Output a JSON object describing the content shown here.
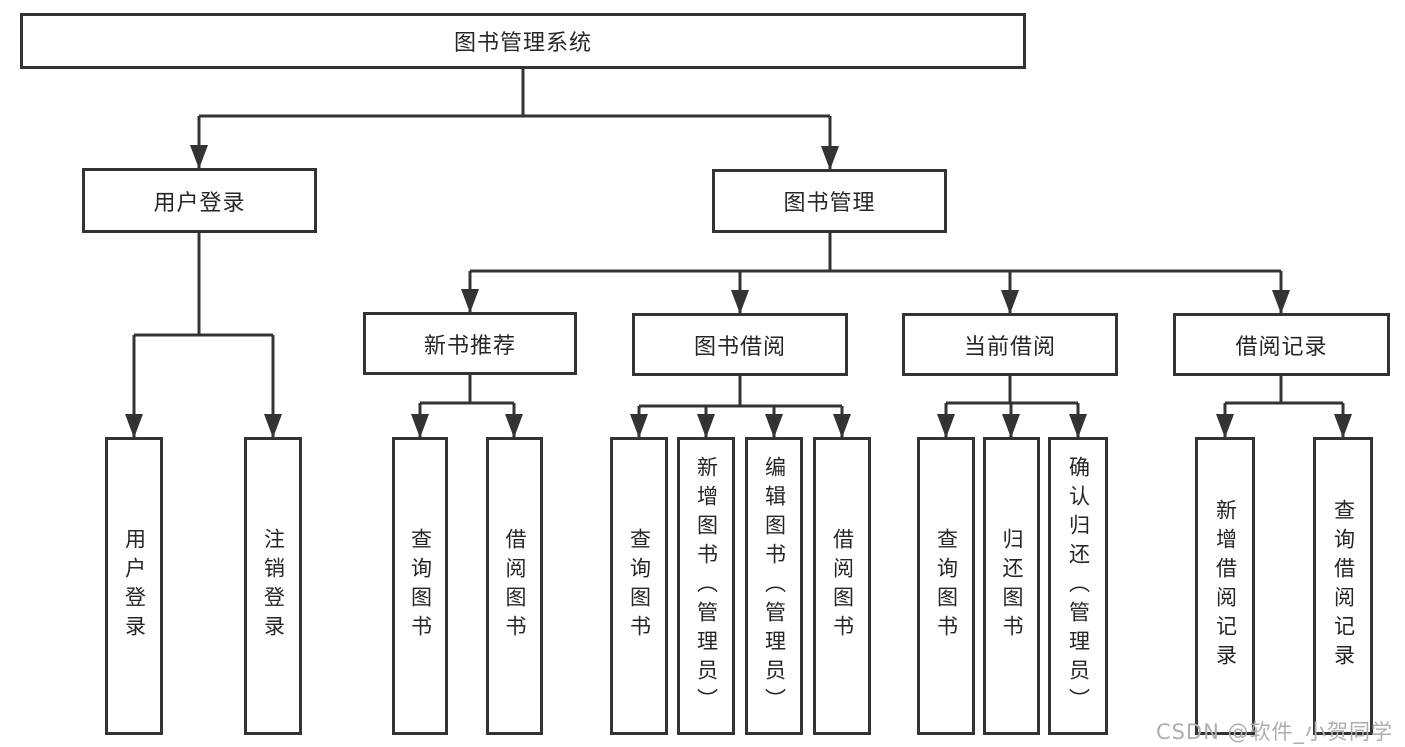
{
  "diagram": {
    "type": "hierarchy-tree",
    "line_color": "#333333",
    "box_background": "#ffffff",
    "text_color": "#262626",
    "watermark_color": "#aeaeae"
  },
  "tree": {
    "label": "图书管理系统",
    "children": [
      {
        "label": "用户登录",
        "children": [
          {
            "label": "用户登录"
          },
          {
            "label": "注销登录"
          }
        ]
      },
      {
        "label": "图书管理",
        "children": [
          {
            "label": "新书推荐",
            "children": [
              {
                "label": "查询图书"
              },
              {
                "label": "借阅图书"
              }
            ]
          },
          {
            "label": "图书借阅",
            "children": [
              {
                "label": "查询图书"
              },
              {
                "label": "新增图书（管理员）"
              },
              {
                "label": "编辑图书（管理员）"
              },
              {
                "label": "借阅图书"
              }
            ]
          },
          {
            "label": "当前借阅",
            "children": [
              {
                "label": "查询图书"
              },
              {
                "label": "归还图书"
              },
              {
                "label": "确认归还（管理员）"
              }
            ]
          },
          {
            "label": "借阅记录",
            "children": [
              {
                "label": "新增借阅记录"
              },
              {
                "label": "查询借阅记录"
              }
            ]
          }
        ]
      }
    ]
  },
  "watermark": "CSDN @软件_小贺同学"
}
